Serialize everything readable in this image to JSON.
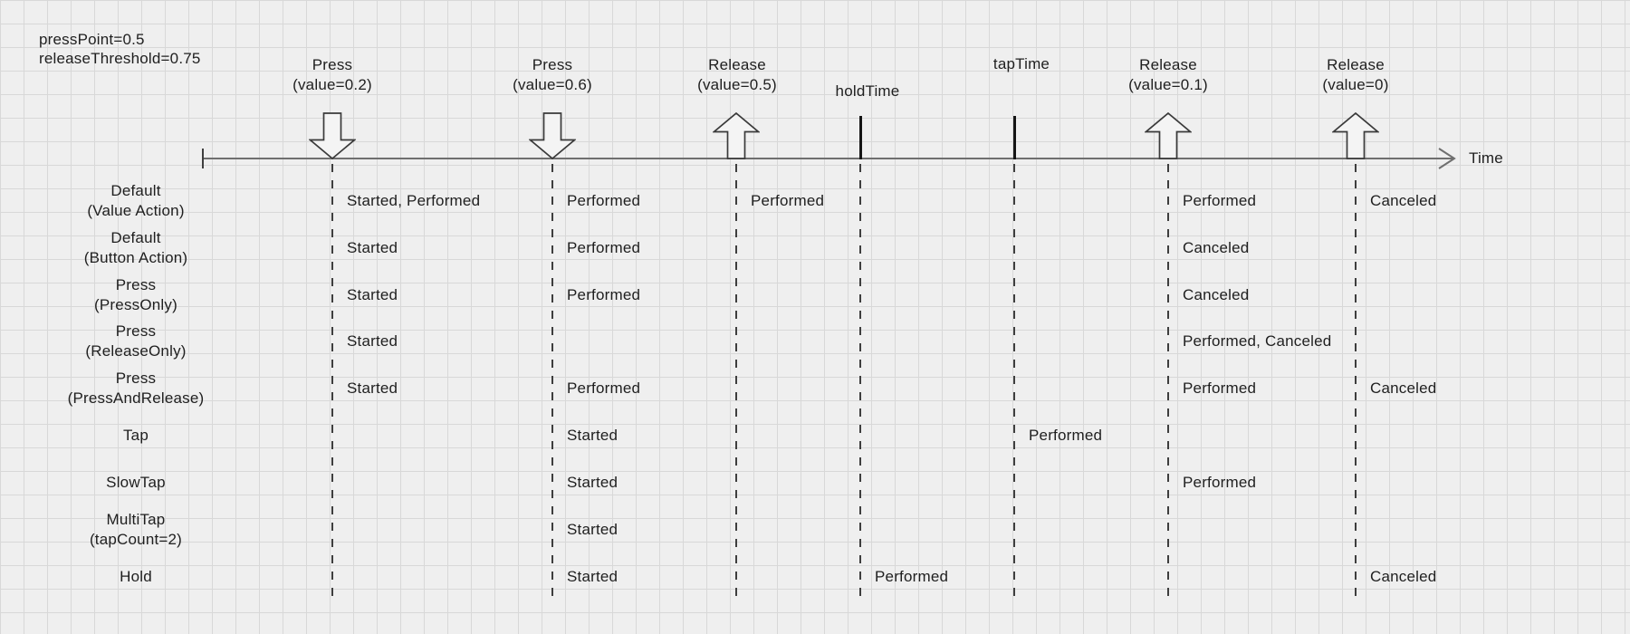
{
  "params": [
    "pressPoint=0.5",
    "releaseThreshold=0.75"
  ],
  "time_axis": {
    "label": "Time"
  },
  "colors": {
    "ink": "#1f1f1f",
    "axis": "#6f6f6f",
    "marker_outline": "#3a3a3a",
    "marker_fill": "#f4f4f4"
  },
  "events": [
    {
      "id": "press-1",
      "lines": [
        "Press",
        "(value=0.2)"
      ],
      "marker": "arrow-down"
    },
    {
      "id": "press-2",
      "lines": [
        "Press",
        "(value=0.6)"
      ],
      "marker": "arrow-down"
    },
    {
      "id": "release-1",
      "lines": [
        "Release",
        "(value=0.5)"
      ],
      "marker": "arrow-up"
    },
    {
      "id": "holdTime",
      "lines": [
        "holdTime"
      ],
      "marker": "tick"
    },
    {
      "id": "tapTime",
      "lines": [
        "tapTime"
      ],
      "marker": "tick"
    },
    {
      "id": "release-2",
      "lines": [
        "Release",
        "(value=0.1)"
      ],
      "marker": "arrow-up"
    },
    {
      "id": "release-3",
      "lines": [
        "Release",
        "(value=0)"
      ],
      "marker": "arrow-up"
    }
  ],
  "rows": [
    {
      "label_lines": [
        "Default",
        "(Value Action)"
      ],
      "cells": {
        "press-1": "Started, Performed",
        "press-2": "Performed",
        "release-1": "Performed",
        "release-2": "Performed",
        "release-3": "Canceled"
      }
    },
    {
      "label_lines": [
        "Default",
        "(Button Action)"
      ],
      "cells": {
        "press-1": "Started",
        "press-2": "Performed",
        "release-2": "Canceled"
      }
    },
    {
      "label_lines": [
        "Press",
        "(PressOnly)"
      ],
      "cells": {
        "press-1": "Started",
        "press-2": "Performed",
        "release-2": "Canceled"
      }
    },
    {
      "label_lines": [
        "Press",
        "(ReleaseOnly)"
      ],
      "cells": {
        "press-1": "Started",
        "release-2": "Performed, Canceled"
      }
    },
    {
      "label_lines": [
        "Press",
        "(PressAndRelease)"
      ],
      "cells": {
        "press-1": "Started",
        "press-2": "Performed",
        "release-2": "Performed",
        "release-3": "Canceled"
      }
    },
    {
      "label_lines": [
        "Tap"
      ],
      "cells": {
        "press-2": "Started",
        "tapTime": "Performed"
      }
    },
    {
      "label_lines": [
        "SlowTap"
      ],
      "cells": {
        "press-2": "Started",
        "release-2": "Performed"
      }
    },
    {
      "label_lines": [
        "MultiTap",
        "(tapCount=2)"
      ],
      "cells": {
        "press-2": "Started"
      }
    },
    {
      "label_lines": [
        "Hold"
      ],
      "cells": {
        "press-2": "Started",
        "holdTime": "Performed",
        "release-3": "Canceled"
      }
    }
  ]
}
